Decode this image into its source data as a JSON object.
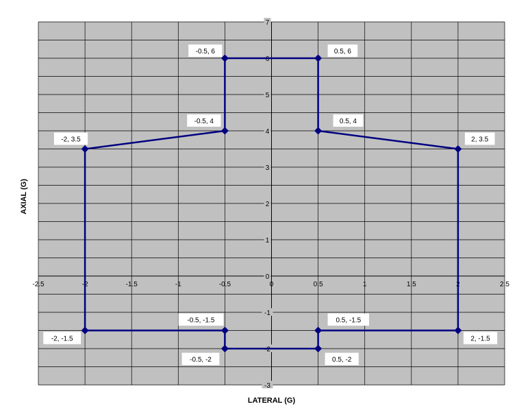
{
  "chart_data": {
    "type": "scatter",
    "xlabel": "LATERAL (G)",
    "ylabel": "AXIAL (G)",
    "xlim": [
      -2.5,
      2.5
    ],
    "ylim": [
      -3,
      7
    ],
    "x_ticks": [
      "-2.5",
      "-2",
      "-1.5",
      "-1",
      "-0.5",
      "0",
      "0.5",
      "1",
      "1.5",
      "2",
      "2.5"
    ],
    "y_ticks": [
      "-3",
      "-2",
      "-1",
      "0",
      "1",
      "2",
      "3",
      "4",
      "5",
      "6",
      "7"
    ],
    "grid": true,
    "line_color": "#000080",
    "plot_background": "#c0c0c0",
    "points": [
      {
        "x": -2,
        "y": 3.5,
        "label": "-2, 3.5"
      },
      {
        "x": -0.5,
        "y": 4,
        "label": "-0.5, 4"
      },
      {
        "x": -0.5,
        "y": 6,
        "label": "-0.5, 6"
      },
      {
        "x": 0.5,
        "y": 6,
        "label": "0.5, 6"
      },
      {
        "x": 0.5,
        "y": 4,
        "label": "0.5, 4"
      },
      {
        "x": 2,
        "y": 3.5,
        "label": "2, 3.5"
      },
      {
        "x": 2,
        "y": -1.5,
        "label": "2, -1.5"
      },
      {
        "x": 0.5,
        "y": -1.5,
        "label": "0.5, -1.5"
      },
      {
        "x": 0.5,
        "y": -2,
        "label": "0.5, -2"
      },
      {
        "x": -0.5,
        "y": -2,
        "label": "-0.5, -2"
      },
      {
        "x": -0.5,
        "y": -1.5,
        "label": "-0.5, -1.5"
      },
      {
        "x": -2,
        "y": -1.5,
        "label": "-2, -1.5"
      }
    ]
  }
}
